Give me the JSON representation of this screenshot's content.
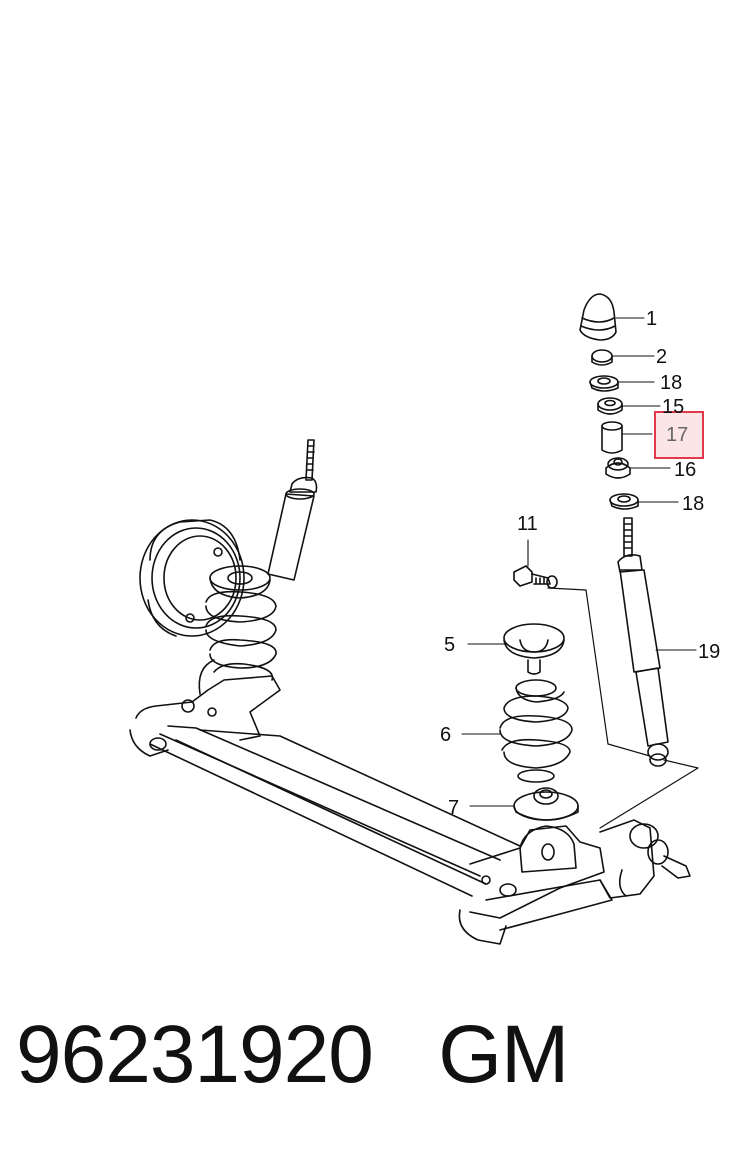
{
  "diagram": {
    "callouts": {
      "c1": "1",
      "c2": "2",
      "c18a": "18",
      "c15": "15",
      "c17": "17",
      "c16": "16",
      "c18b": "18",
      "c11": "11",
      "c19": "19",
      "c5": "5",
      "c6": "6",
      "c7": "7"
    },
    "highlighted_callout": "17",
    "highlight_color": "#e03a4a"
  },
  "caption": {
    "part_number": "96231920",
    "brand": "GM"
  }
}
